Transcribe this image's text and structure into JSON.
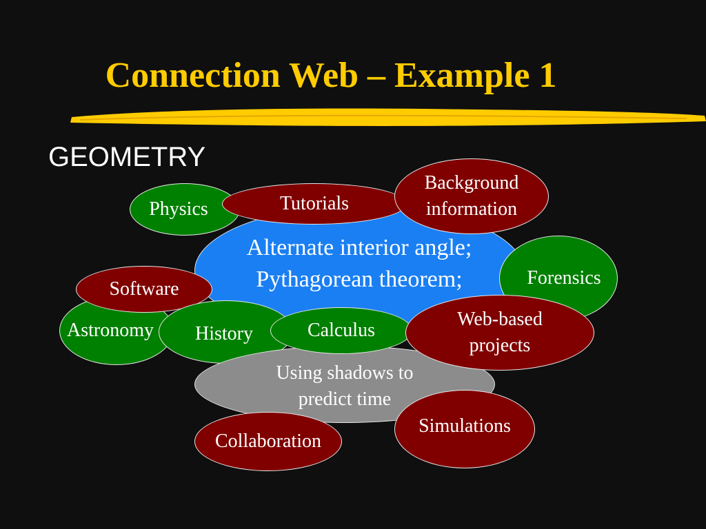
{
  "slide": {
    "title": "Connection Web – Example 1",
    "subtitle": "GEOMETRY",
    "center_line1": "Alternate interior angle;",
    "center_line2": "Pythagorean theorem;"
  },
  "nodes": {
    "physics": "Physics",
    "tutorials": "Tutorials",
    "background_line1": "Background",
    "background_line2": "information",
    "forensics": "Forensics",
    "software": "Software",
    "astronomy": "Astronomy",
    "history": "History",
    "calculus": "Calculus",
    "webbased_line1": "Web-based",
    "webbased_line2": "projects",
    "shadows_line1": "Using shadows to",
    "shadows_line2": "predict time",
    "simulations": "Simulations",
    "collaboration": "Collaboration"
  },
  "colors": {
    "background": "#0f0f0f",
    "title": "#ffcc00",
    "accent_underline": "#ffcc00",
    "topic_green": "#008000",
    "topic_maroon": "#800000",
    "center_blue": "#1a7ff2",
    "shadow_gray": "#8c8c8c"
  }
}
